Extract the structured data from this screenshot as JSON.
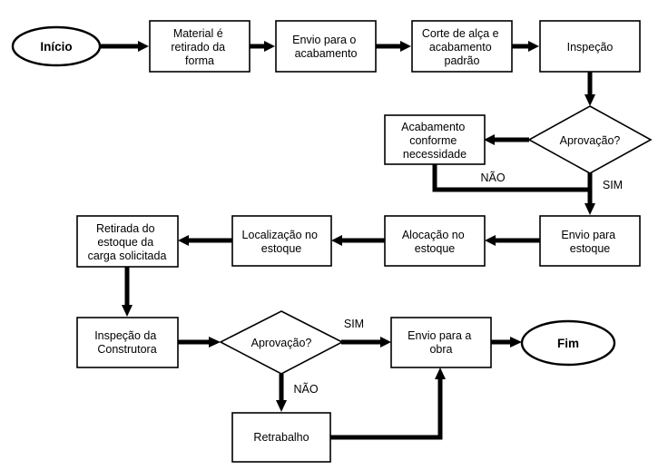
{
  "nodes": {
    "inicio": "Início",
    "retirado": [
      "Material é",
      "retirado da",
      "forma"
    ],
    "envio_acabamento": [
      "Envio para o",
      "acabamento"
    ],
    "corte": [
      "Corte de alça e",
      "acabamento",
      "padrão"
    ],
    "inspecao": "Inspeção",
    "aprovacao_1": "Aprovação?",
    "acabamento_conforme": [
      "Acabamento",
      "conforme",
      "necessidade"
    ],
    "envio_estoque": [
      "Envio para",
      "estoque"
    ],
    "alocacao": [
      "Alocação no",
      "estoque"
    ],
    "localizacao": [
      "Localização no",
      "estoque"
    ],
    "retirada": [
      "Retirada do",
      "estoque da",
      "carga solicitada"
    ],
    "inspecao_construtora": [
      "Inspeção da",
      "Construtora"
    ],
    "aprovacao_2": "Aprovação?",
    "envio_obra": [
      "Envio para a",
      "obra"
    ],
    "fim": "Fim",
    "retrabalho": "Retrabalho"
  },
  "labels": {
    "nao_1": "NÃO",
    "sim_1": "SIM",
    "sim_2": "SIM",
    "nao_2": "NÃO"
  }
}
